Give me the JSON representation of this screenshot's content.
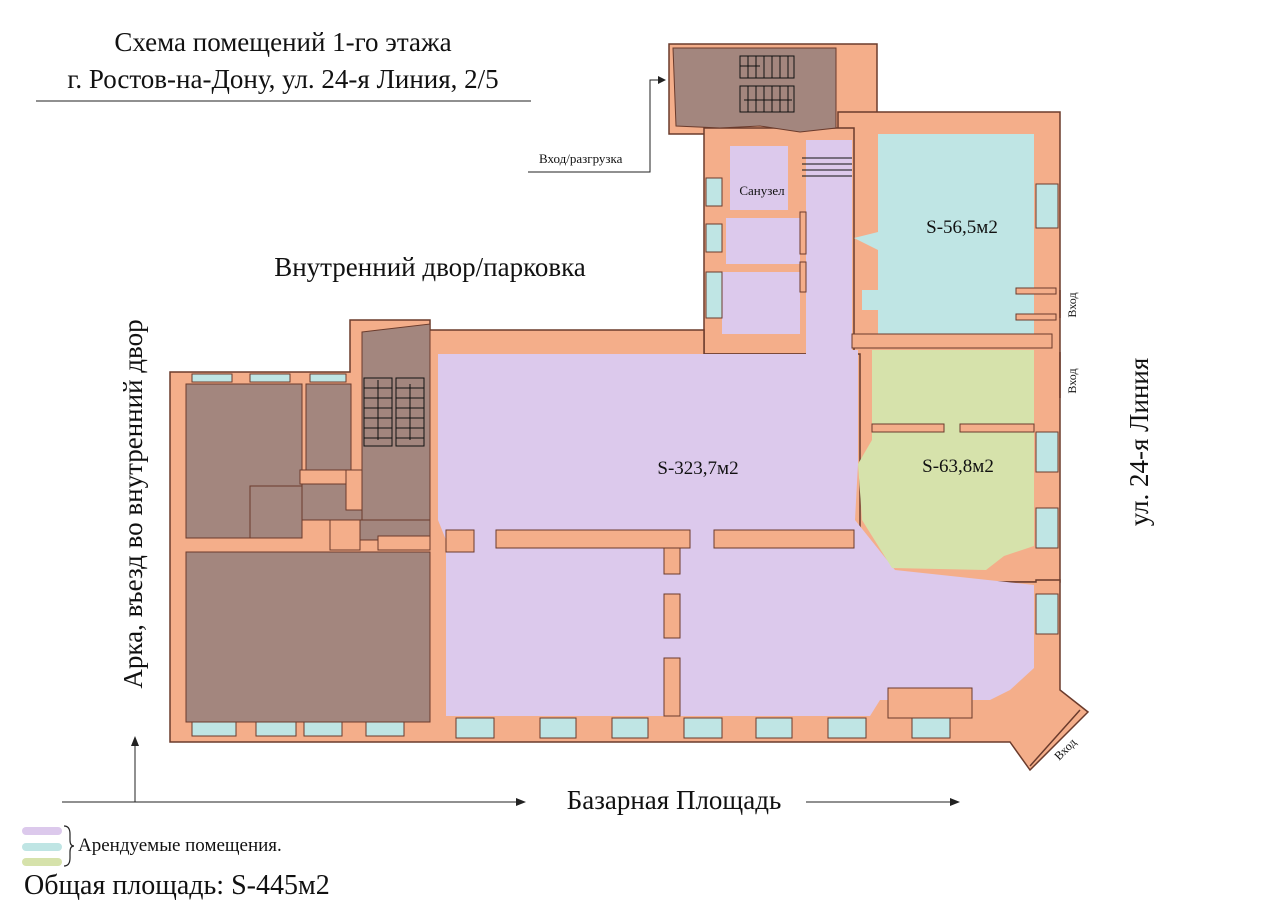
{
  "title": {
    "line1": "Схема помещений 1-го этажа",
    "line2": "г. Ростов-на-Дону, ул. 24-я Линия, 2/5"
  },
  "labels": {
    "courtyard": "Внутренний двор/парковка",
    "arch": "Арка, въезд во внутренний двор",
    "street_right": "ул. 24-я Линия",
    "street_bottom": "Базарная Площадь",
    "entrance_unload": "Вход/разгрузка",
    "bathroom": "Санузел",
    "entrance": "Вход"
  },
  "rooms": {
    "main_area": "S-323,7м2",
    "blue_area": "S-56,5м2",
    "green_area": "S-63,8м2"
  },
  "legend": {
    "text": "Арендуемые помещения.",
    "colors": [
      "#dcc9ec",
      "#bfe5e4",
      "#d6e2ab"
    ]
  },
  "total": "Общая площадь: S-445м2",
  "colors": {
    "wall": "#f4ae8a",
    "service": "#a3867e",
    "rent_main": "#dcc9ec",
    "rent_blue": "#bfe5e4",
    "rent_green": "#d6e2ab",
    "window": "#bfe5e4"
  }
}
